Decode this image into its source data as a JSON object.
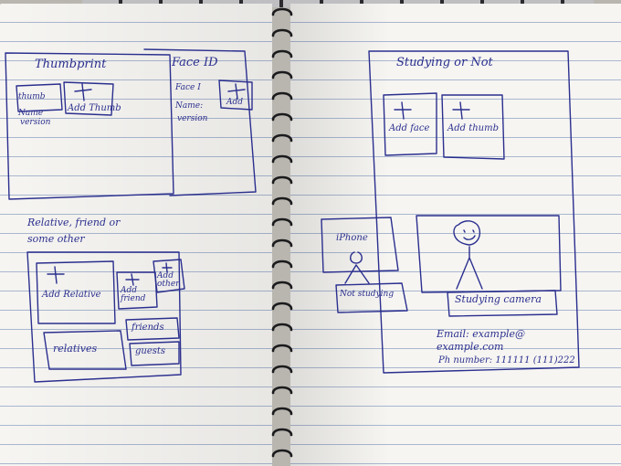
{
  "left_page": {
    "thumbprint": {
      "title": "Thumbprint",
      "slot_label": "thumb",
      "add_label": "Add Thumb",
      "name_line": "Name",
      "version_line": "version"
    },
    "face_id": {
      "title": "Face ID",
      "slot_label": "Face I",
      "add_label": "Add",
      "name_line": "Name:",
      "version_line": "version"
    },
    "relatives": {
      "heading_line1": "Relative, friend or",
      "heading_line2": "some other",
      "add_relative": "Add Relative",
      "add_friend": "Add friend",
      "add_other": "Add other",
      "relatives_label": "relatives",
      "friends_label": "friends",
      "guests_label": "guests"
    }
  },
  "right_page": {
    "title": "Studying or Not",
    "add_face": "Add face",
    "add_thumb": "Add thumb",
    "phone_label": "iPhone",
    "not_studying": "Not studying",
    "studying_camera": "Studying camera",
    "email_line": "Email: example@",
    "email_line2": "example.com",
    "phone_line": "Ph number: 111111 (111)222"
  },
  "colors": {
    "ink": "#2b2f8e",
    "paper": "#f6f5f2",
    "rule": "#aab7cf",
    "spiral": "#1b1b1d"
  }
}
